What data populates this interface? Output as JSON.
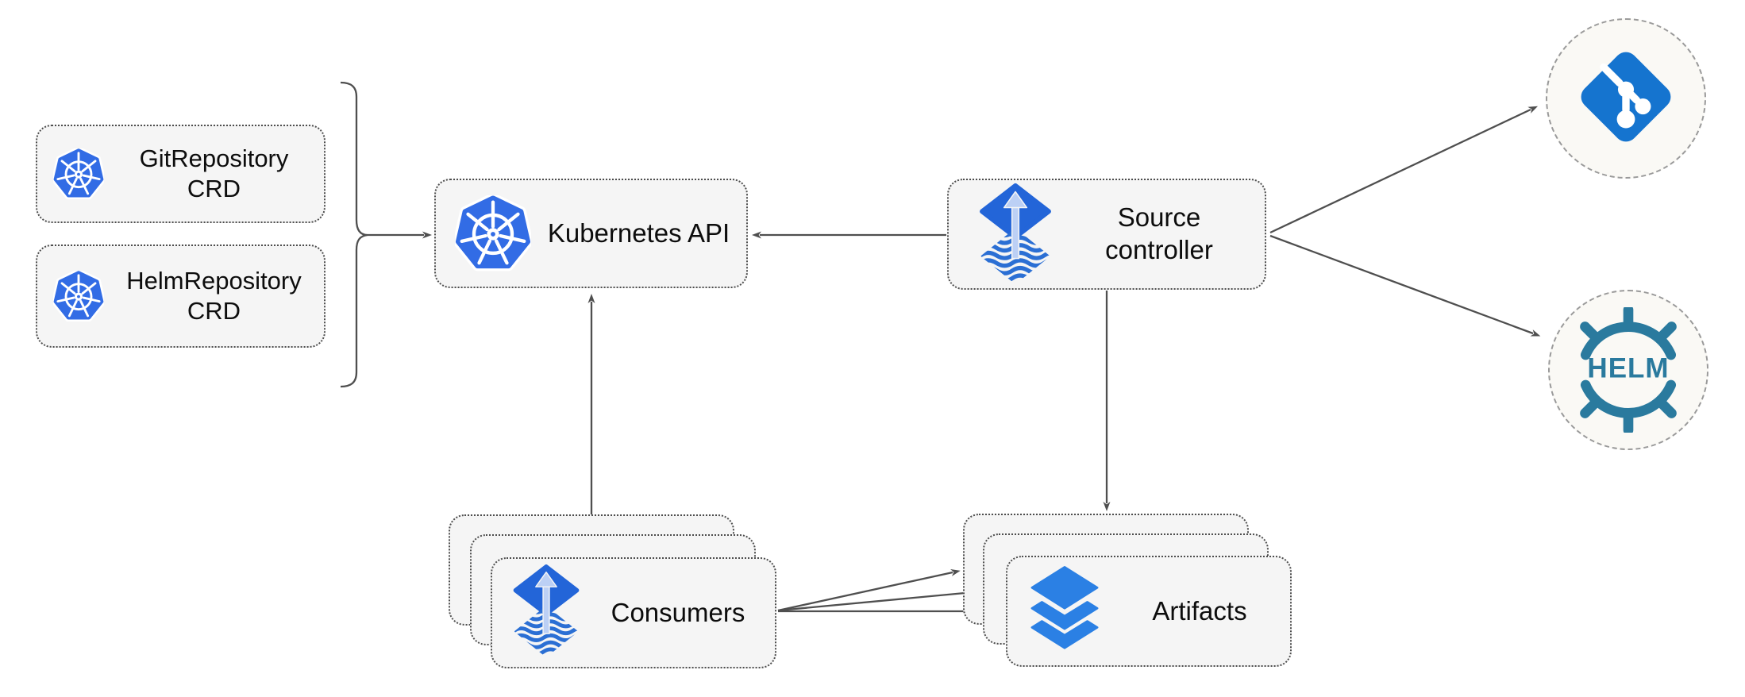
{
  "nodes": {
    "git_repository_crd": {
      "line1": "GitRepository",
      "line2": "CRD",
      "icon": "kubernetes-icon"
    },
    "helm_repository_crd": {
      "line1": "HelmRepository",
      "line2": "CRD",
      "icon": "kubernetes-icon"
    },
    "kubernetes_api": {
      "label": "Kubernetes API",
      "icon": "kubernetes-icon"
    },
    "source_controller": {
      "line1": "Source",
      "line2": "controller",
      "icon": "flux-icon"
    },
    "consumers": {
      "label": "Consumers",
      "icon": "flux-icon",
      "stacked": 3
    },
    "artifacts": {
      "label": "Artifacts",
      "icon": "layers-icon",
      "stacked": 3
    },
    "git_remote": {
      "icon": "git-icon"
    },
    "helm_remote": {
      "icon": "helm-icon",
      "logo_text": "HELM"
    }
  },
  "edges": [
    {
      "from": "git_repository_crd,helm_repository_crd",
      "to": "kubernetes_api",
      "style": "curly-bracket-arrow"
    },
    {
      "from": "source_controller",
      "to": "kubernetes_api"
    },
    {
      "from": "consumers",
      "to": "kubernetes_api"
    },
    {
      "from": "source_controller",
      "to": "artifacts"
    },
    {
      "from": "source_controller",
      "to": "git_remote"
    },
    {
      "from": "source_controller",
      "to": "helm_remote"
    },
    {
      "from": "consumers",
      "to": "artifacts",
      "count": 3
    }
  ],
  "colors": {
    "background": "#ffffff",
    "node_fill": "#f5f5f5",
    "node_border": "#4d4d4d",
    "circle_fill": "#faf9f5",
    "circle_border": "#9a9a9a",
    "connector": "#4f4f4f",
    "text": "#0d0d0d",
    "kubernetes_blue": "#326ce5",
    "flux_blue": "#2365d8",
    "flux_wave_blue": "#2b6fd4",
    "flux_arrow_light": "#bcd0f5",
    "layers_blue": "#2b80e4",
    "git_blue": "#1574cf",
    "helm_teal": "#2a7a9e"
  }
}
